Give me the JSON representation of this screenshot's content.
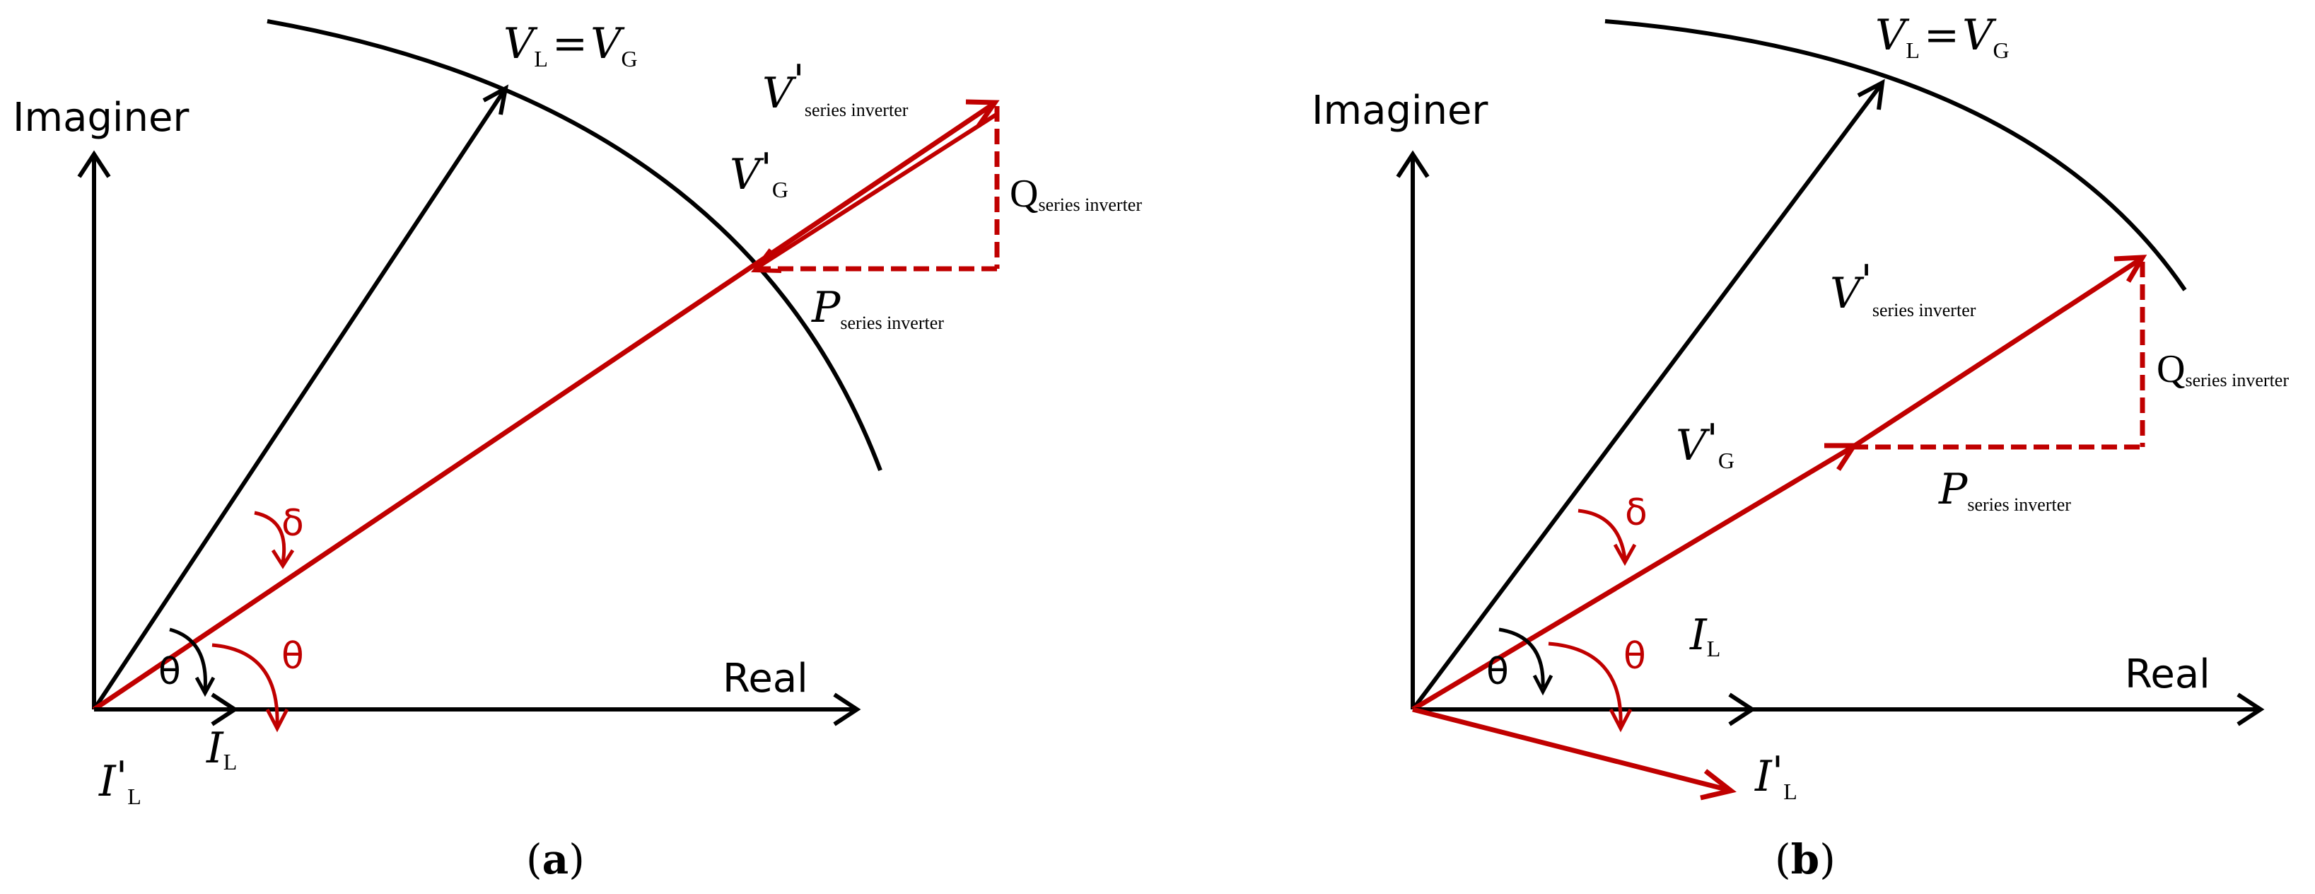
{
  "colors": {
    "black": "#000000",
    "red": "#c00000"
  },
  "panels": [
    {
      "id": "a",
      "axis_x_label": "Real",
      "axis_y_label": "Imaginer",
      "vl_vg_label": {
        "v1": "V",
        "s1": "L",
        "eq": "=",
        "v2": "V",
        "s2": "G"
      },
      "vprime_series": {
        "v": "V",
        "p": "'",
        "s": "series inverter"
      },
      "vprime_g": {
        "v": "V",
        "p": "'",
        "s": "G"
      },
      "q_series": {
        "q": "Q",
        "s": "series inverter"
      },
      "p_series": {
        "p": "P",
        "s": "series inverter"
      },
      "delta": "δ",
      "theta_black": "θ",
      "theta_red": "θ",
      "i_l": {
        "i": "I",
        "s": "L"
      },
      "i_prime_l": {
        "i": "I",
        "p": "'",
        "s": "L"
      },
      "caption": {
        "open": "(",
        "letter": "a",
        "close": ")"
      }
    },
    {
      "id": "b",
      "axis_x_label": "Real",
      "axis_y_label": "Imaginer",
      "vl_vg_label": {
        "v1": "V",
        "s1": "L",
        "eq": "=",
        "v2": "V",
        "s2": "G"
      },
      "vprime_series": {
        "v": "V",
        "p": "'",
        "s": "series inverter"
      },
      "vprime_g": {
        "v": "V",
        "p": "'",
        "s": "G"
      },
      "q_series": {
        "q": "Q",
        "s": "series inverter"
      },
      "p_series": {
        "p": "P",
        "s": "series inverter"
      },
      "delta": "δ",
      "theta_black": "θ",
      "theta_red": "θ",
      "i_l": {
        "i": "I",
        "s": "L"
      },
      "i_prime_l": {
        "i": "I",
        "p": "'",
        "s": "L"
      },
      "caption": {
        "open": "(",
        "letter": "b",
        "close": ")"
      }
    }
  ]
}
